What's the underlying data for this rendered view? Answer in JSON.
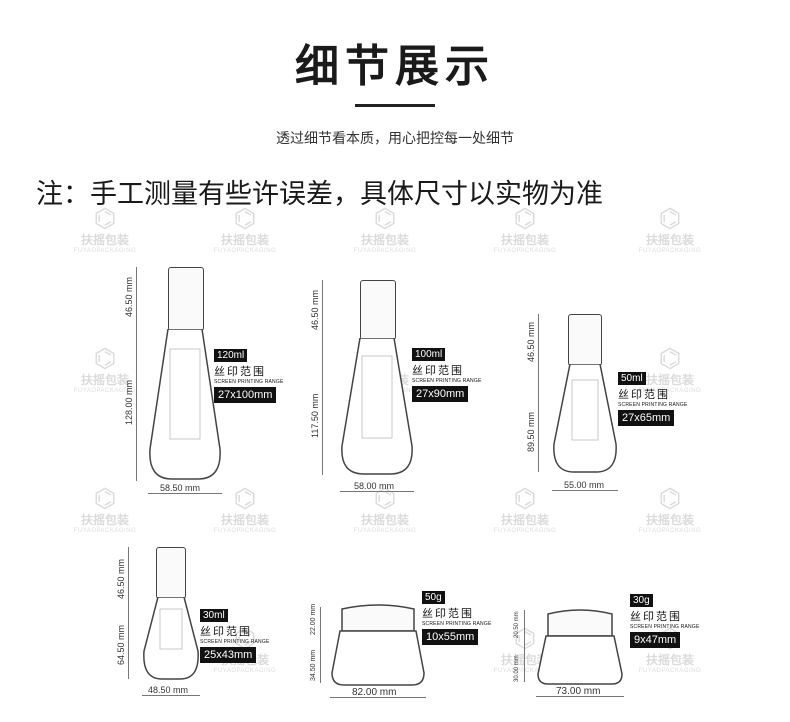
{
  "header": {
    "title": "细节展示",
    "subtitle": "透过细节看本质，用心把控每一处细节",
    "note": "注：手工测量有些许误差，具体尺寸以实物为准"
  },
  "watermark": {
    "cn": "扶摇包装",
    "en": "FUYAOPACKAGING"
  },
  "products": [
    {
      "capacity": "120ml",
      "print_label_cn": "丝印范围",
      "print_label_en": "SCREEN PRINTING RANGE",
      "print_size": "27x100mm",
      "cap_height": "46.50 mm",
      "body_height": "128.00 mm",
      "width": "58.50 mm"
    },
    {
      "capacity": "100ml",
      "print_label_cn": "丝印范围",
      "print_label_en": "SCREEN PRINTING RANGE",
      "print_size": "27x90mm",
      "cap_height": "46.50 mm",
      "body_height": "117.50 mm",
      "width": "58.00 mm"
    },
    {
      "capacity": "50ml",
      "print_label_cn": "丝印范围",
      "print_label_en": "SCREEN PRINTING RANGE",
      "print_size": "27x65mm",
      "cap_height": "46.50 mm",
      "body_height": "89.50 mm",
      "width": "55.00 mm"
    },
    {
      "capacity": "30ml",
      "print_label_cn": "丝印范围",
      "print_label_en": "SCREEN PRINTING RANGE",
      "print_size": "25x43mm",
      "cap_height": "46.50 mm",
      "body_height": "64.50 mm",
      "width": "48.50 mm"
    },
    {
      "capacity": "50g",
      "print_label_cn": "丝印范围",
      "print_label_en": "SCREEN PRINTING RANGE",
      "print_size": "10x55mm",
      "cap_height": "22.00 mm",
      "body_height": "34.50 mm",
      "width": "82.00 mm"
    },
    {
      "capacity": "30g",
      "print_label_cn": "丝印范围",
      "print_label_en": "SCREEN PRINTING RANGE",
      "print_size": "9x47mm",
      "cap_height": "20.50 mm",
      "body_height": "30.00 mm",
      "width": "73.00 mm"
    }
  ]
}
